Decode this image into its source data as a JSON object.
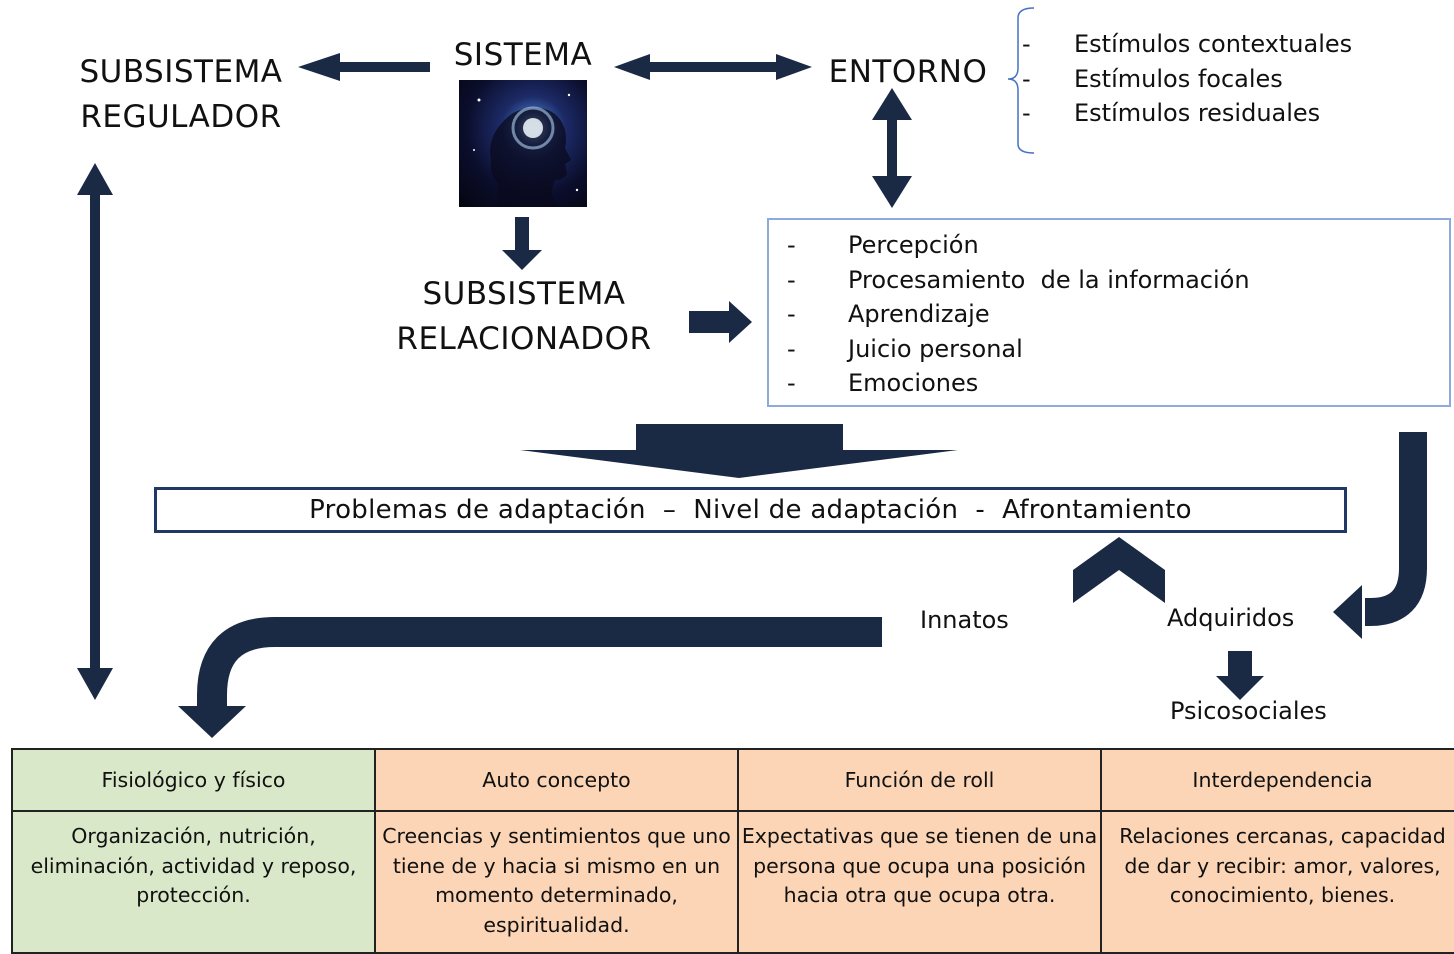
{
  "sistema": "SISTEMA",
  "subsistema_regulador": [
    "SUBSISTEMA",
    "REGULADOR"
  ],
  "subsistema_relacionador": [
    "SUBSISTEMA",
    "RELACIONADOR"
  ],
  "entorno": "ENTORNO",
  "estimulos": [
    "Estímulos contextuales",
    "Estímulos focales",
    "Estímulos residuales"
  ],
  "procesos": [
    "Percepción",
    "Procesamiento  de la información",
    "Aprendizaje",
    "Juicio personal",
    "Emociones"
  ],
  "problemas": "Problemas de adaptación  –  Nivel de adaptación  -  Afrontamiento",
  "innatos": "Innatos",
  "adquiridos": "Adquiridos",
  "psicosociales": "Psicosociales",
  "bullet": "-",
  "modos": [
    {
      "titulo": "Fisiológico y físico",
      "descripcion": "Organización, nutrición, eliminación, actividad y reposo, protección.",
      "color": "#d9e8c9"
    },
    {
      "titulo": "Auto concepto",
      "descripcion": "Creencias y sentimientos que uno tiene de y hacia si mismo en un momento determinado, espiritualidad.",
      "color": "#fbd5b5"
    },
    {
      "titulo": "Función de roll",
      "descripcion": "Expectativas que se tienen de una persona que ocupa una posición hacia otra que ocupa otra.",
      "color": "#fbd5b5"
    },
    {
      "titulo": "Interdependencia",
      "descripcion": "Relaciones cercanas, capacidad de dar y recibir: amor, valores, conocimiento, bienes.",
      "color": "#fbd5b5"
    }
  ],
  "colors": {
    "arrow": "#1b2a44",
    "box_border": "#1f3864",
    "list_border": "#8eaadb",
    "brace": "#4472c4"
  }
}
